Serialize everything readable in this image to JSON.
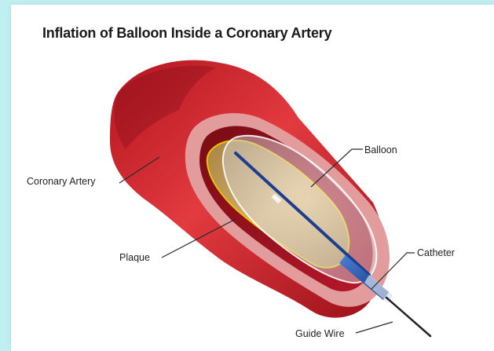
{
  "title": "Inflation of Balloon Inside a Coronary Artery",
  "labels": {
    "coronary_artery": "Coronary Artery",
    "balloon": "Balloon",
    "plaque": "Plaque",
    "catheter": "Catheter",
    "guide_wire": "Guide Wire"
  },
  "colors": {
    "page_background": "#bfeff0",
    "artery": "#c2202c",
    "artery_dark": "#8e1018",
    "wall_cross_section": "#e7a3a3",
    "plaque": "#c8a15a",
    "plaque_edge": "#e0c000",
    "balloon": "#f2f2f2",
    "catheter": "#1f4fa8"
  }
}
